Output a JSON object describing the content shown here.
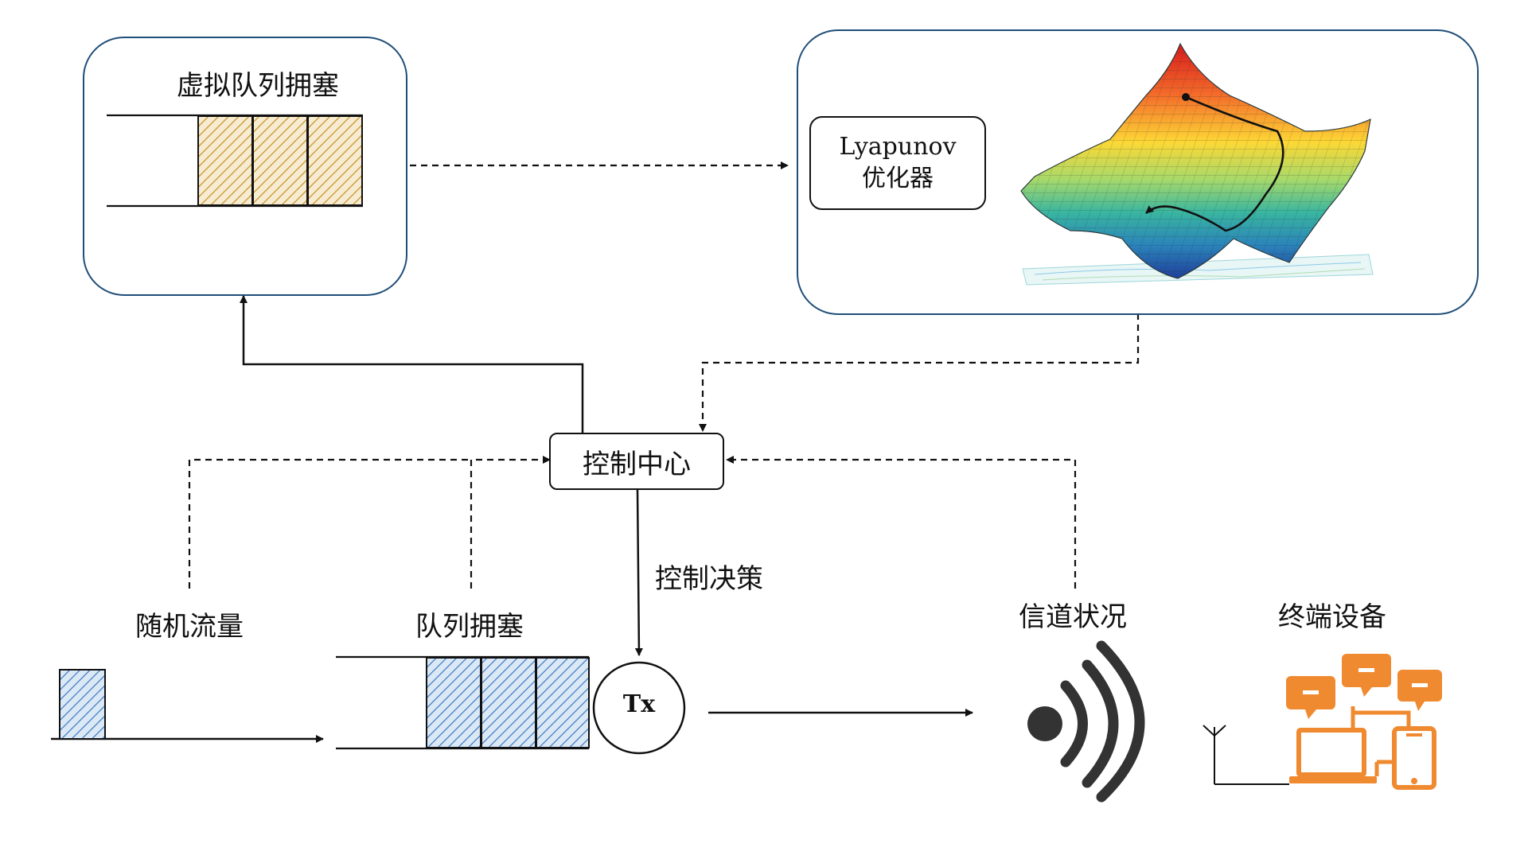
{
  "virtual_queue": {
    "title": "虚拟队列拥塞"
  },
  "optimizer": {
    "line1": "Lyapunov",
    "line2": "优化器"
  },
  "control_center": {
    "label": "控制中心"
  },
  "control_decision": {
    "label": "控制决策"
  },
  "random_traffic": {
    "label": "随机流量"
  },
  "queue_congestion": {
    "label": "队列拥塞"
  },
  "transmitter": {
    "label": "Tx"
  },
  "channel_state": {
    "label": "信道状况"
  },
  "terminal_devices": {
    "label": "终端设备"
  },
  "colors": {
    "box_border": "#1f4e79",
    "virtual_queue_hatch": "#c8962e",
    "virtual_queue_fill": "#f7ecd2",
    "queue_hatch": "#3c78c0",
    "queue_fill": "#dbe8f6",
    "device_orange": "#f08a30",
    "wifi_dark": "#333333"
  },
  "icons": {
    "landscape": "optimization-surface-icon",
    "wifi": "wifi-signal-icon",
    "devices": "connected-devices-icon",
    "antenna": "antenna-icon"
  }
}
